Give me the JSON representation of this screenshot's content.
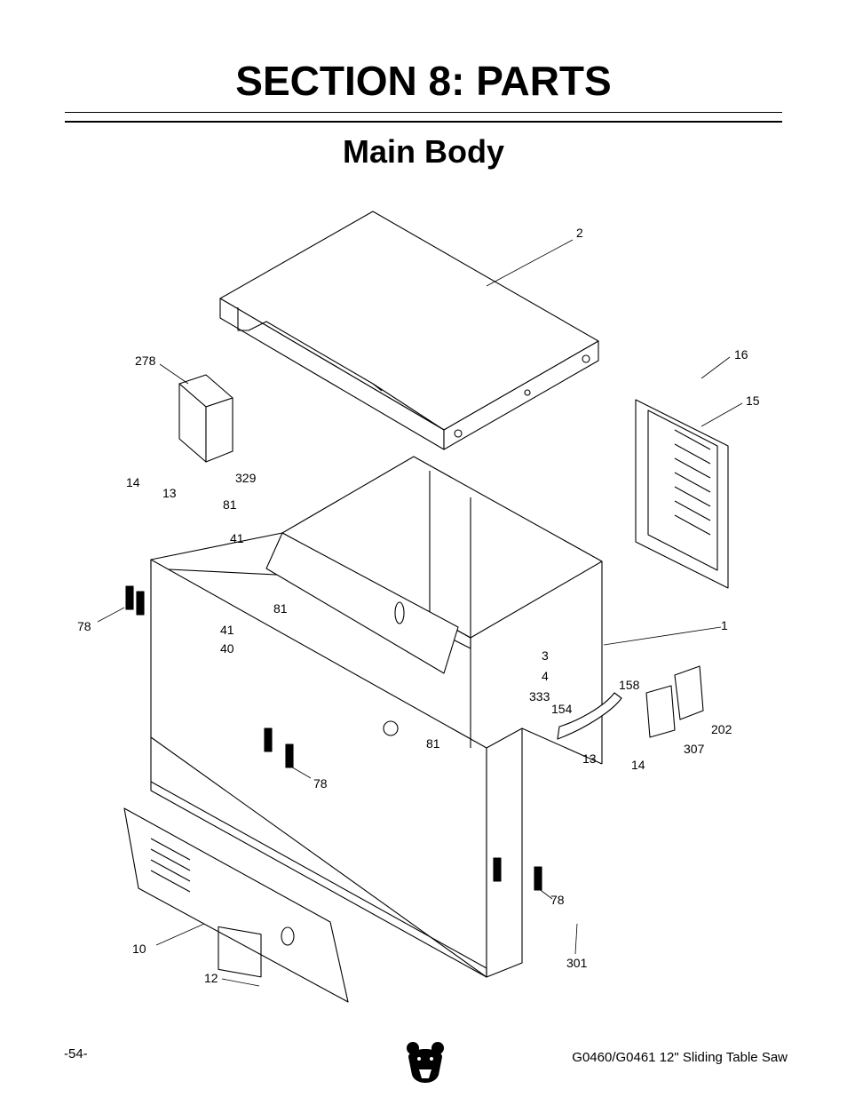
{
  "header": {
    "section_title": "SECTION 8: PARTS",
    "subtitle": "Main Body"
  },
  "diagram": {
    "callouts": [
      "2",
      "278",
      "16",
      "15",
      "14",
      "13",
      "329",
      "81",
      "41",
      "78",
      "41",
      "40",
      "81",
      "1",
      "3",
      "4",
      "333",
      "154",
      "158",
      "307",
      "202",
      "13",
      "14",
      "81",
      "78",
      "78",
      "301",
      "10",
      "12"
    ]
  },
  "footer": {
    "page_number": "-54-",
    "manual_title": "G0460/G0461 12\" Sliding Table Saw",
    "logo_icon": "grizzly-bear-icon"
  }
}
